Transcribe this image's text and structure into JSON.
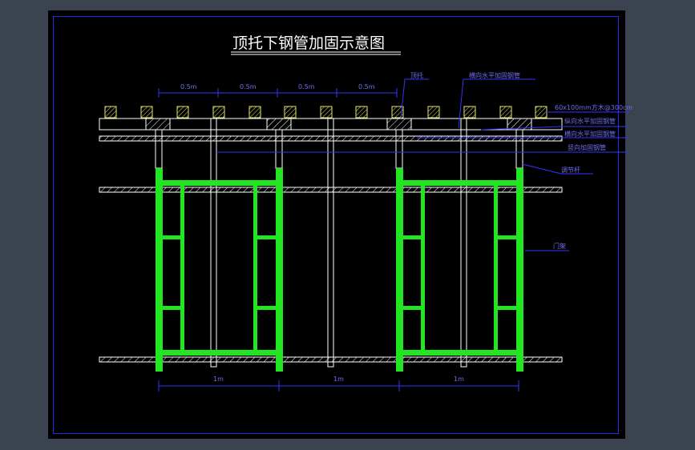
{
  "title": "顶托下钢管加固示意图",
  "dims_top": [
    "0.5m",
    "0.5m",
    "0.5m",
    "0.5m"
  ],
  "dims_bottom": [
    "1m",
    "1m",
    "1m"
  ],
  "labels": {
    "top_support": "顶托",
    "horizontal_tube_top": "横向水平加固钢管",
    "timber": "60x100mm方木@300cm",
    "horizontal_tube_1": "纵向水平加固钢管",
    "horizontal_tube_2": "横向水平加固钢管",
    "vertical_tube": "竖向加固钢管",
    "adjust_rod": "调节杆",
    "door_frame": "门架"
  },
  "colors": {
    "frame_green": "#22e622",
    "line_white": "#ffffff",
    "annotation_blue": "#3333ff",
    "timber_yellow": "#e6e66a"
  }
}
